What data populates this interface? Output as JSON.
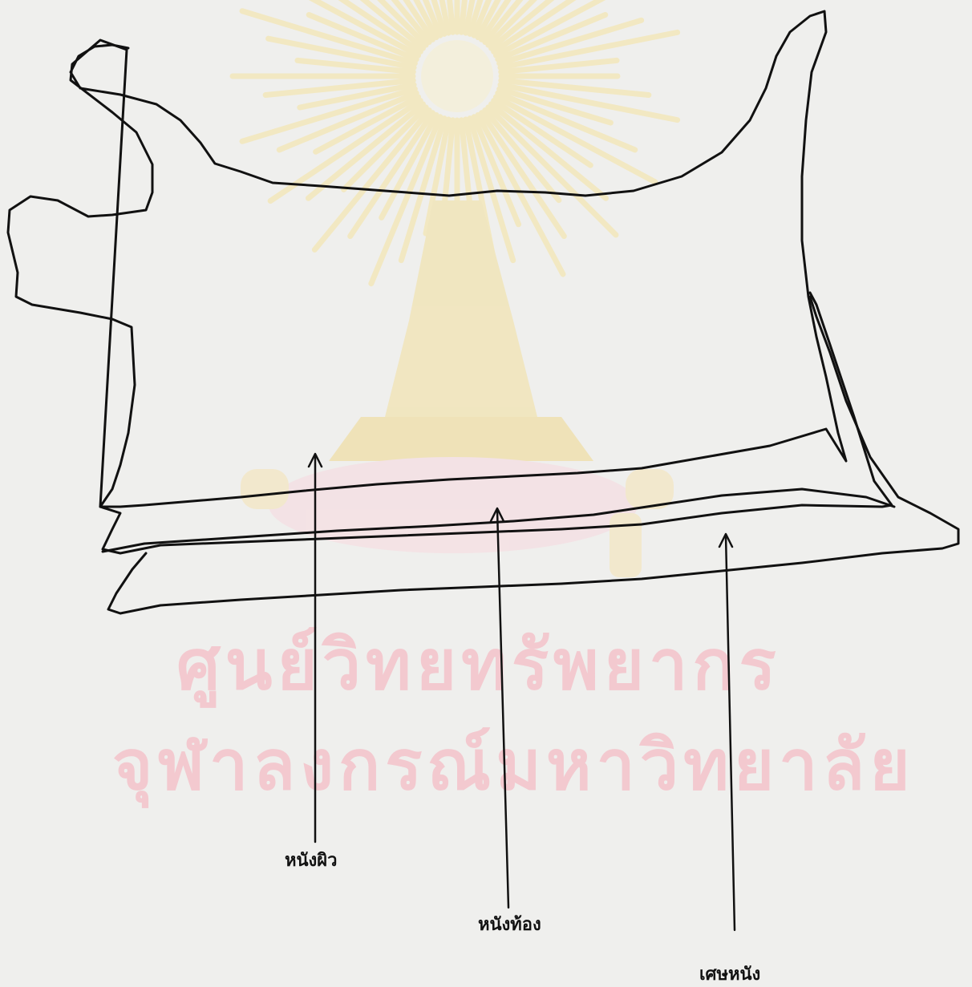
{
  "diagram": {
    "labels": {
      "skin": "หนังผิว",
      "belly": "หนังท้อง",
      "scrap": "เศษหนัง"
    }
  },
  "watermark": {
    "line1": "ศูนย์วิทยทรัพยากร",
    "line2": "จุฬาลงกรณ์มหาวิทยาลัย"
  },
  "colors": {
    "background": "#efefed",
    "ink": "#111111",
    "watermark_gold": "#f5e6a6",
    "watermark_pink": "#f3c9cf"
  }
}
